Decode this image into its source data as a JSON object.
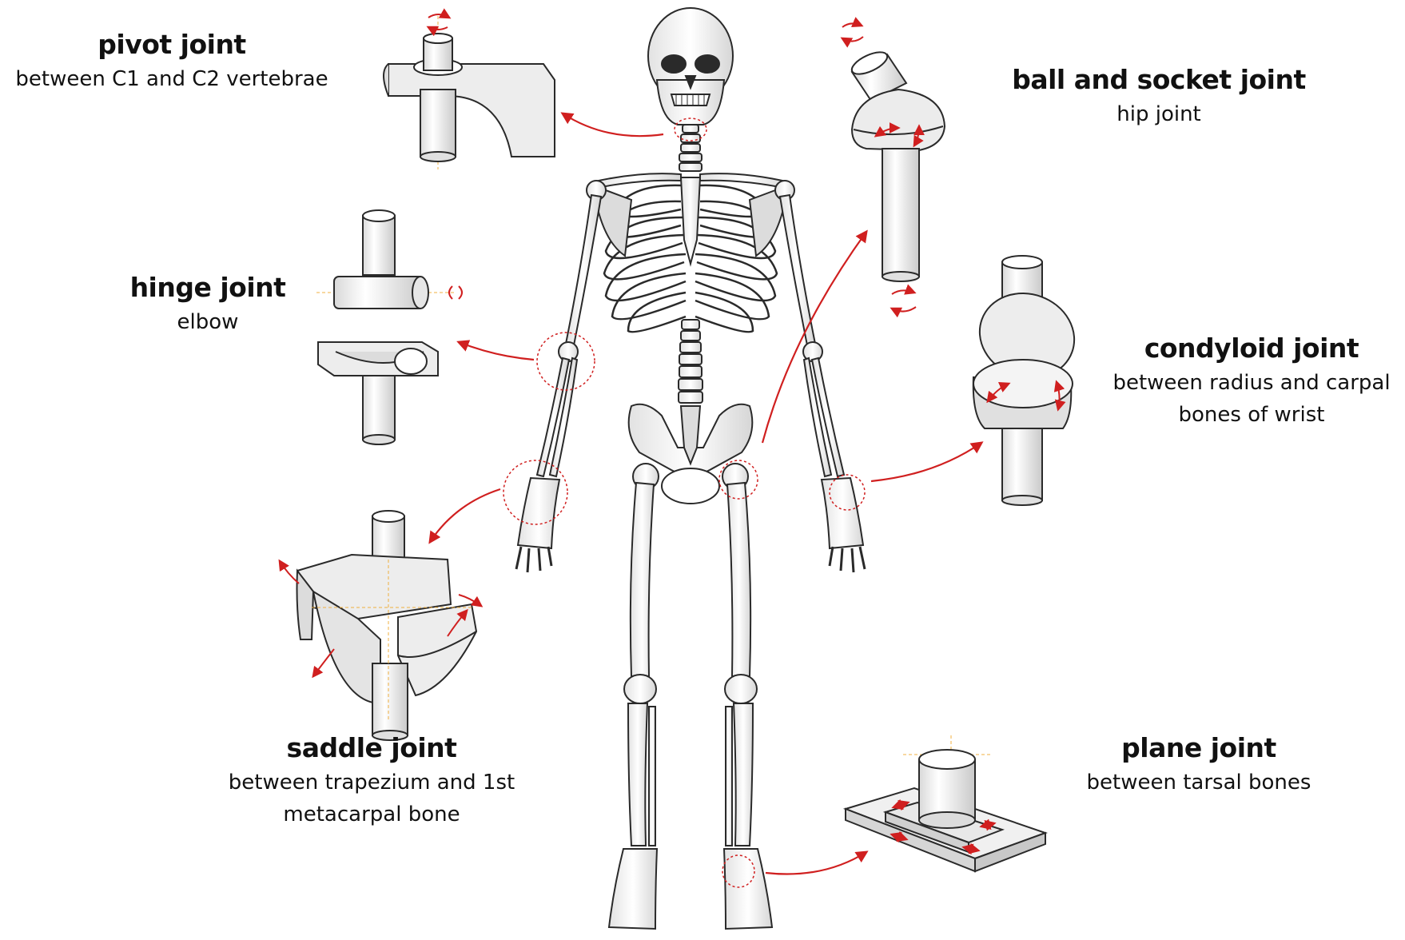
{
  "joints": [
    {
      "id": "pivot",
      "title": "pivot joint",
      "description": "between C1 and C2 vertebrae"
    },
    {
      "id": "ball-socket",
      "title": "ball and socket joint",
      "description": "hip joint"
    },
    {
      "id": "hinge",
      "title": "hinge joint",
      "description": "elbow"
    },
    {
      "id": "condyloid",
      "title": "condyloid joint",
      "description": "between radius and carpal bones of wrist"
    },
    {
      "id": "saddle",
      "title": "saddle joint",
      "description": "between trapezium and 1st metacarpal bone"
    },
    {
      "id": "plane",
      "title": "plane joint",
      "description": "between tarsal bones"
    }
  ],
  "colors": {
    "arrow": "#d01f1f",
    "bone_fill": "#f2f2f2",
    "bone_stroke": "#2a2a2a",
    "guide": "#f0b040"
  }
}
